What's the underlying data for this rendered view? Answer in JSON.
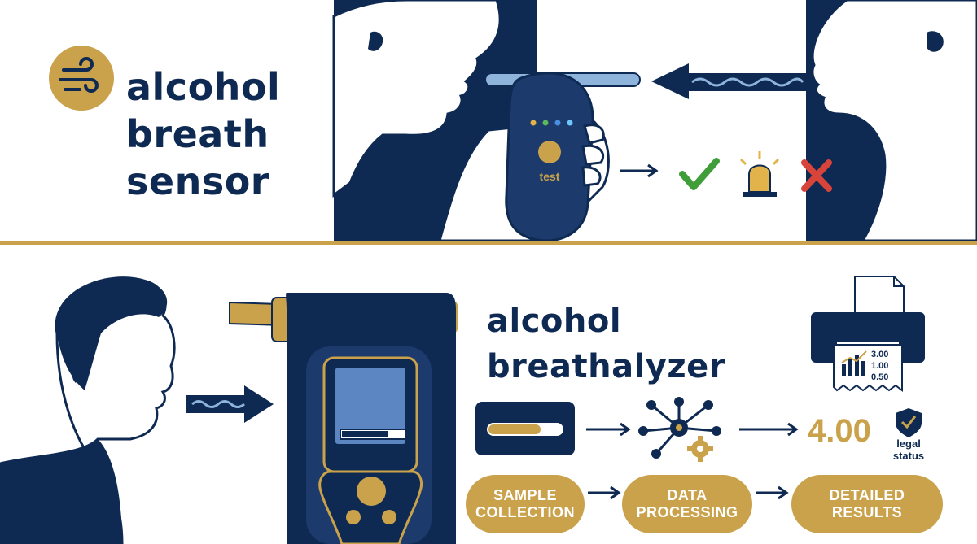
{
  "sensor": {
    "title_lines": [
      "alcohol",
      "breath",
      "sensor"
    ],
    "button_label": "test",
    "outcomes": [
      "pass-check-icon",
      "warning-beacon-icon",
      "fail-cross-icon"
    ]
  },
  "breathalyzer": {
    "title_lines": [
      "alcohol",
      "breathalyzer"
    ],
    "reading": "4.00",
    "legal_status_lines": [
      "legal",
      "status"
    ],
    "receipt_values": [
      "3.00",
      "1.00",
      "0.50"
    ],
    "steps": [
      {
        "lines": [
          "SAMPLE",
          "COLLECTION"
        ]
      },
      {
        "lines": [
          "DATA",
          "PROCESSING"
        ]
      },
      {
        "lines": [
          "DETAILED",
          "RESULTS"
        ]
      }
    ]
  },
  "colors": {
    "navy": "#0f2a52",
    "gold": "#c9a24b",
    "check_green": "#3f9d3a",
    "cross_red": "#d8443a",
    "tube_blue": "#8fb4dc"
  }
}
